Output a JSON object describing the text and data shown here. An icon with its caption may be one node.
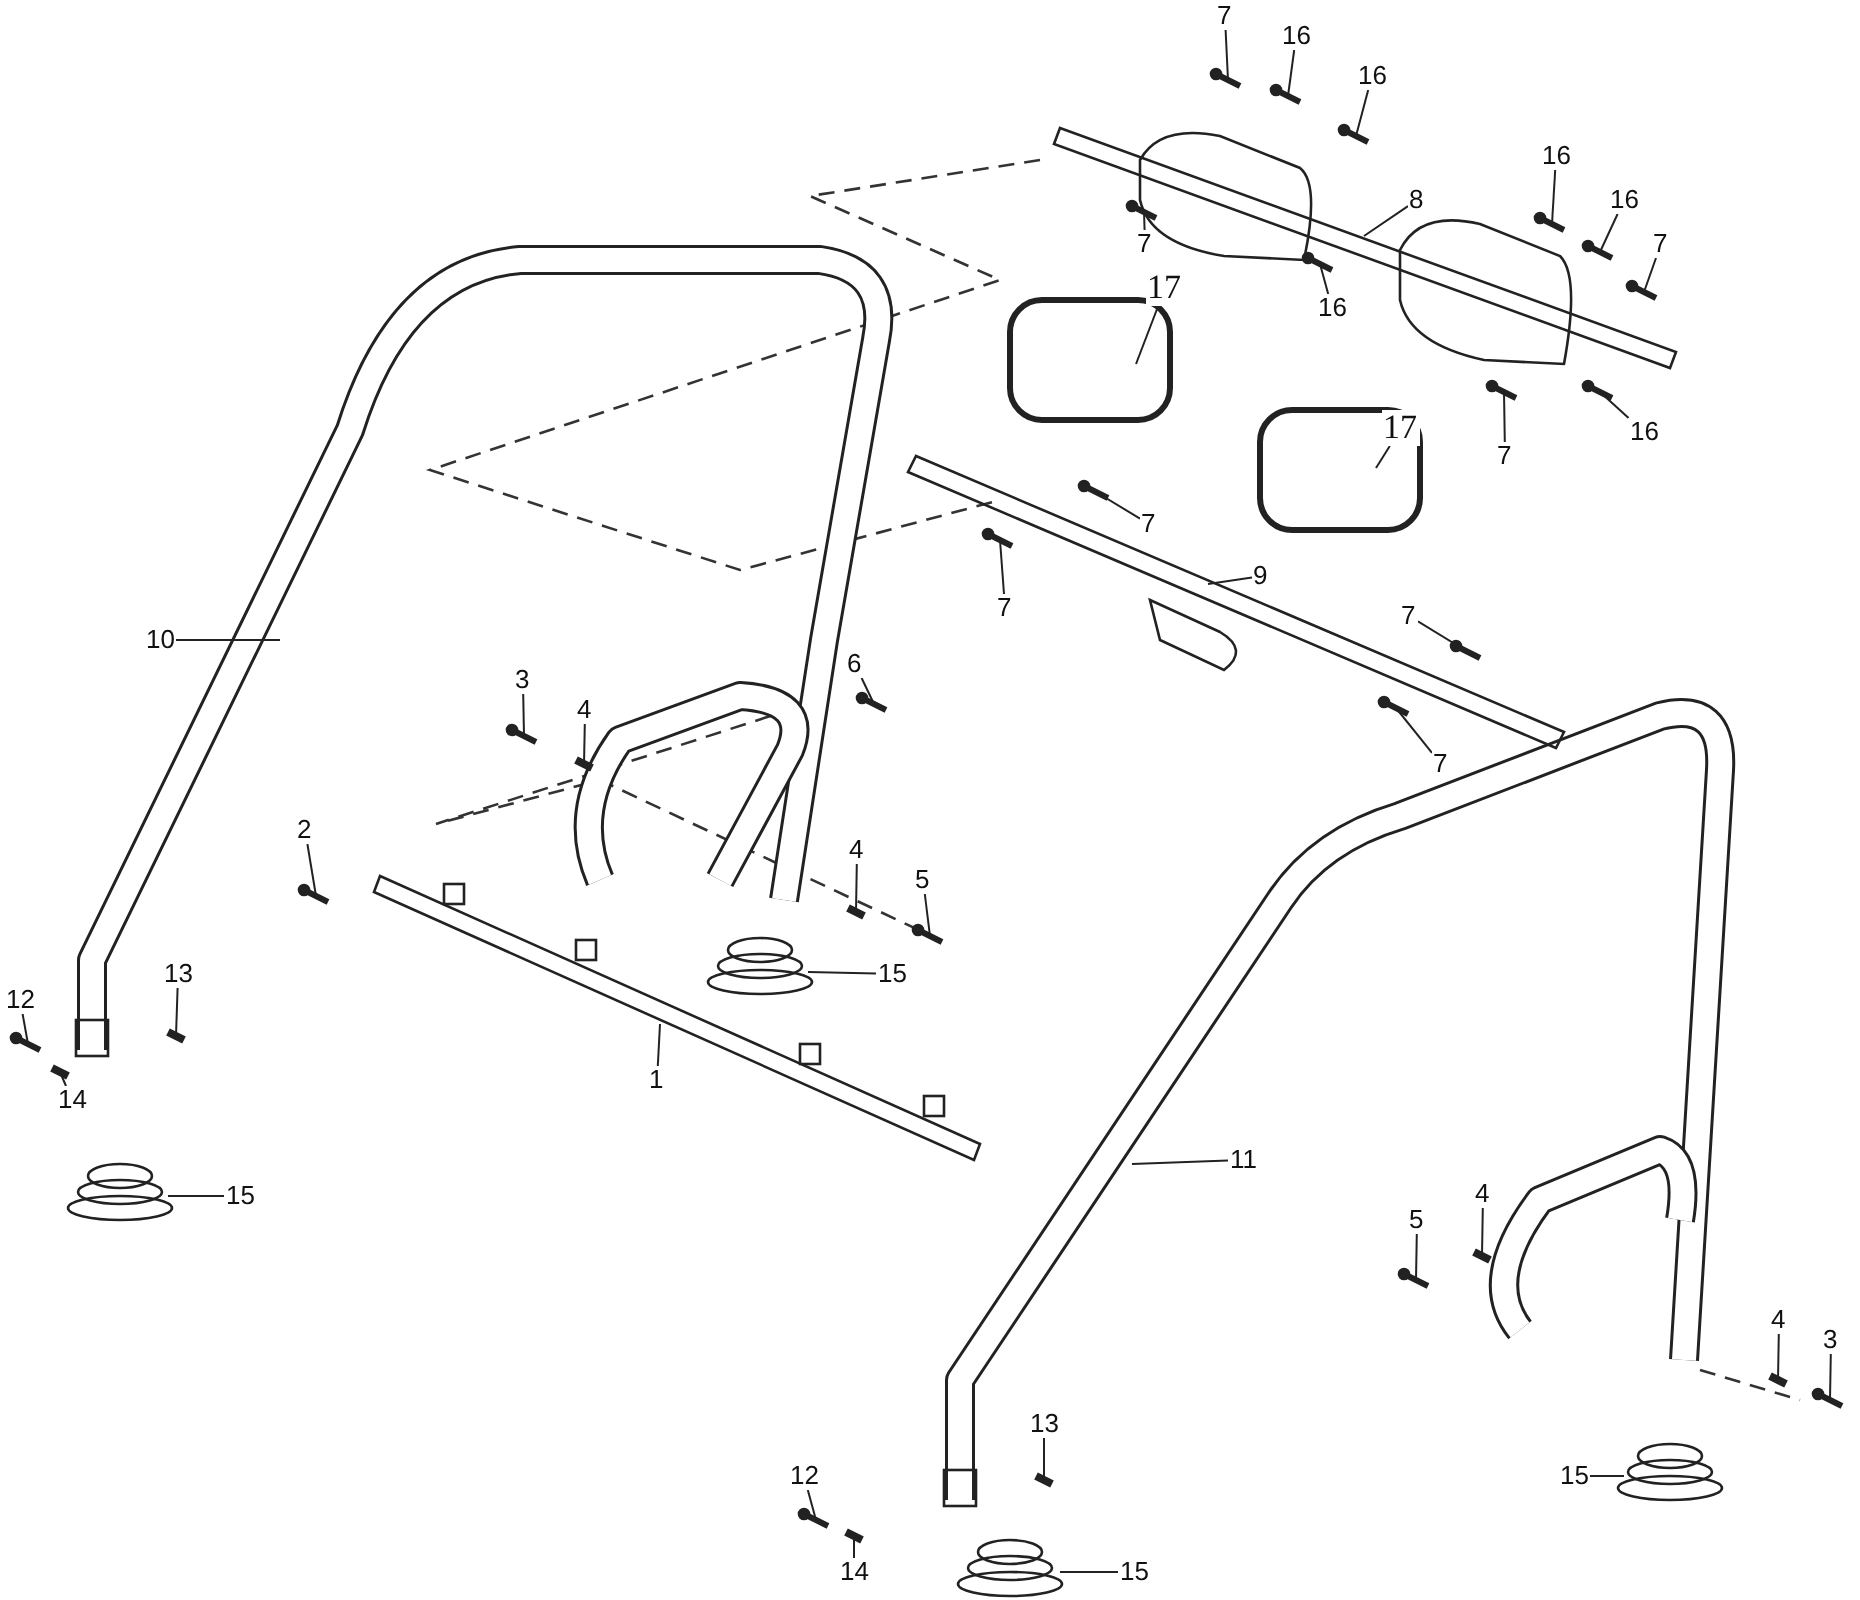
{
  "diagram": {
    "nodes": [
      {
        "text": [
          "7"
        ]
      },
      {
        "text": [
          "16"
        ]
      },
      {
        "text": [
          "16"
        ]
      },
      {
        "text": [
          "16"
        ]
      },
      {
        "text": [
          "8"
        ]
      },
      {
        "text": [
          "16"
        ]
      },
      {
        "text": [
          "7"
        ]
      },
      {
        "text": [
          "7"
        ]
      },
      {
        "text": [
          "16"
        ]
      },
      {
        "text": [
          "17"
        ]
      },
      {
        "text": [
          "17"
        ]
      },
      {
        "text": [
          "16"
        ]
      },
      {
        "text": [
          "7"
        ]
      },
      {
        "text": [
          "7"
        ]
      },
      {
        "text": [
          "9"
        ]
      },
      {
        "text": [
          "7"
        ]
      },
      {
        "text": [
          "7"
        ]
      },
      {
        "text": [
          "10"
        ]
      },
      {
        "text": [
          "3"
        ]
      },
      {
        "text": [
          "6"
        ]
      },
      {
        "text": [
          "4"
        ]
      },
      {
        "text": [
          "7"
        ]
      },
      {
        "text": [
          "2"
        ]
      },
      {
        "text": [
          "4"
        ]
      },
      {
        "text": [
          "5"
        ]
      },
      {
        "text": [
          "15"
        ]
      },
      {
        "text": [
          "12"
        ]
      },
      {
        "text": [
          "13"
        ]
      },
      {
        "text": [
          "14"
        ]
      },
      {
        "text": [
          "1"
        ]
      },
      {
        "text": [
          "11"
        ]
      },
      {
        "text": [
          "15"
        ]
      },
      {
        "text": [
          "5"
        ]
      },
      {
        "text": [
          "4"
        ]
      },
      {
        "text": [
          "4"
        ]
      },
      {
        "text": [
          "3"
        ]
      },
      {
        "text": [
          "13"
        ]
      },
      {
        "text": [
          "15"
        ]
      },
      {
        "text": [
          "12"
        ]
      },
      {
        "text": [
          "15"
        ]
      },
      {
        "text": [
          "14"
        ]
      }
    ],
    "edges": [
      {
        "from": 0,
        "to": null,
        "arrow": "none"
      },
      {
        "from": 1,
        "to": null,
        "arrow": "none"
      },
      {
        "from": 2,
        "to": null,
        "arrow": "none"
      },
      {
        "from": 3,
        "to": null,
        "arrow": "none"
      },
      {
        "from": 4,
        "to": null,
        "arrow": "none"
      },
      {
        "from": 5,
        "to": null,
        "arrow": "none"
      },
      {
        "from": 6,
        "to": null,
        "arrow": "none"
      },
      {
        "from": 7,
        "to": null,
        "arrow": "none"
      },
      {
        "from": 8,
        "to": null,
        "arrow": "none"
      },
      {
        "from": 9,
        "to": null,
        "arrow": "none"
      },
      {
        "from": 10,
        "to": null,
        "arrow": "none"
      },
      {
        "from": 11,
        "to": null,
        "arrow": "none"
      },
      {
        "from": 12,
        "to": null,
        "arrow": "none"
      },
      {
        "from": 13,
        "to": null,
        "arrow": "none"
      },
      {
        "from": 14,
        "to": null,
        "arrow": "none"
      },
      {
        "from": 15,
        "to": null,
        "arrow": "none"
      },
      {
        "from": 16,
        "to": null,
        "arrow": "none"
      },
      {
        "from": 17,
        "to": null,
        "arrow": "none"
      },
      {
        "from": 18,
        "to": null,
        "arrow": "none"
      },
      {
        "from": 19,
        "to": null,
        "arrow": "none"
      },
      {
        "from": 20,
        "to": null,
        "arrow": "none"
      },
      {
        "from": 21,
        "to": null,
        "arrow": "none"
      },
      {
        "from": 22,
        "to": null,
        "arrow": "none"
      },
      {
        "from": 23,
        "to": null,
        "arrow": "none"
      },
      {
        "from": 24,
        "to": null,
        "arrow": "none"
      },
      {
        "from": 25,
        "to": null,
        "arrow": "none"
      },
      {
        "from": 26,
        "to": null,
        "arrow": "none"
      },
      {
        "from": 27,
        "to": null,
        "arrow": "none"
      },
      {
        "from": 28,
        "to": null,
        "arrow": "none"
      },
      {
        "from": 29,
        "to": null,
        "arrow": "none"
      },
      {
        "from": 30,
        "to": null,
        "arrow": "none"
      },
      {
        "from": 31,
        "to": null,
        "arrow": "none"
      },
      {
        "from": 32,
        "to": null,
        "arrow": "none"
      },
      {
        "from": 33,
        "to": null,
        "arrow": "none"
      },
      {
        "from": 34,
        "to": null,
        "arrow": "none"
      },
      {
        "from": 35,
        "to": null,
        "arrow": "none"
      },
      {
        "from": 36,
        "to": null,
        "arrow": "none"
      },
      {
        "from": 37,
        "to": null,
        "arrow": "none"
      },
      {
        "from": 38,
        "to": null,
        "arrow": "none"
      },
      {
        "from": 39,
        "to": null,
        "arrow": "none"
      },
      {
        "from": 40,
        "to": null,
        "arrow": "none"
      }
    ]
  }
}
